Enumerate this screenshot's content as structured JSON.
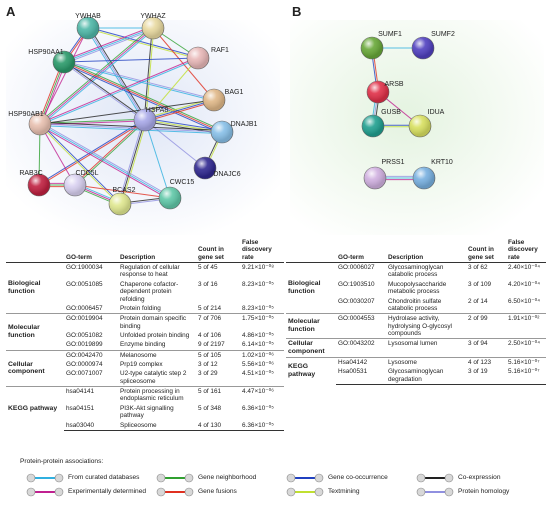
{
  "panel_a": {
    "label": "A",
    "nodes": [
      {
        "id": "YWHAB",
        "label": "YWHAB",
        "color": "#4fb8a8"
      },
      {
        "id": "YWHAZ",
        "label": "YWHAZ",
        "color": "#e8d9a0"
      },
      {
        "id": "HSP90AA1",
        "label": "HSP90AA1",
        "color": "#2a9a6a"
      },
      {
        "id": "RAF1",
        "label": "RAF1",
        "color": "#e8b8b8"
      },
      {
        "id": "BAG1",
        "label": "BAG1",
        "color": "#e0b888"
      },
      {
        "id": "HSPA8",
        "label": "HSPA8",
        "color": "#a8a8e8"
      },
      {
        "id": "HSP90AB1",
        "label": "HSP90AB1",
        "color": "#e8c0b0"
      },
      {
        "id": "DNAJB1",
        "label": "DNAJB1",
        "color": "#88c0e8"
      },
      {
        "id": "DNAJC6",
        "label": "DNAJC6",
        "color": "#302890"
      },
      {
        "id": "RAB3C",
        "label": "RAB3C",
        "color": "#c02040"
      },
      {
        "id": "CDC5L",
        "label": "CDC5L",
        "color": "#d8d0f0"
      },
      {
        "id": "BCAS2",
        "label": "BCAS2",
        "color": "#e0e890"
      },
      {
        "id": "CWC15",
        "label": "CWC15",
        "color": "#60c8a8"
      }
    ],
    "table": {
      "headers": {
        "term": "GO-term",
        "desc": "Description",
        "count": "Count in gene set",
        "fdr": "False discovery rate"
      },
      "groups": [
        {
          "category": "Biological function",
          "rows": [
            {
              "term": "GO:1900034",
              "desc": "Regulation of cellular response to heat",
              "count": "5 of 45",
              "fdr": "9.21×10⁻⁰⁸"
            },
            {
              "term": "GO:0051085",
              "desc": "Chaperone cofactor-dependent protein refolding",
              "count": "3 of 16",
              "fdr": "8.23×10⁻⁰⁵"
            },
            {
              "term": "GO:0006457",
              "desc": "Protein folding",
              "count": "5 of 214",
              "fdr": "8.23×10⁻⁰⁵"
            }
          ]
        },
        {
          "category": "Molecular function",
          "rows": [
            {
              "term": "GO:0019904",
              "desc": "Protein domain specific binding",
              "count": "7 of 706",
              "fdr": "1.75×10⁻⁰⁵"
            },
            {
              "term": "GO:0051082",
              "desc": "Unfolded protein binding",
              "count": "4 of 106",
              "fdr": "4.86×10⁻⁰⁵"
            },
            {
              "term": "GO:0019899",
              "desc": "Enzyme binding",
              "count": "9 of 2197",
              "fdr": "6.14×10⁻⁰⁵"
            }
          ]
        },
        {
          "category": "Cellular component",
          "rows": [
            {
              "term": "GO:0042470",
              "desc": "Melanosome",
              "count": "5 of 105",
              "fdr": "1.02×10⁻⁰⁶"
            },
            {
              "term": "GO:0000974",
              "desc": "Prp19 complex",
              "count": "3 of 12",
              "fdr": "5.56×10⁻⁰⁶"
            },
            {
              "term": "GO:0071007",
              "desc": "U2-type catalytic step 2 spliceosome",
              "count": "3 of 29",
              "fdr": "4.51×10⁻⁰⁵"
            }
          ]
        },
        {
          "category": "KEGG pathway",
          "rows": [
            {
              "term": "hsa04141",
              "desc": "Protein processing in endoplasmic reticulum",
              "count": "5 of 161",
              "fdr": "4.47×10⁻⁰⁶"
            },
            {
              "term": "hsa04151",
              "desc": "PI3K-Akt signalling pathway",
              "count": "5 of 348",
              "fdr": "6.36×10⁻⁰⁵"
            },
            {
              "term": "hsa03040",
              "desc": "Spliceosome",
              "count": "4 of 130",
              "fdr": "6.36×10⁻⁰⁵"
            }
          ]
        }
      ]
    }
  },
  "panel_b": {
    "label": "B",
    "nodes": [
      {
        "id": "SUMF1",
        "label": "SUMF1",
        "color": "#68a838"
      },
      {
        "id": "SUMF2",
        "label": "SUMF2",
        "color": "#5040c0"
      },
      {
        "id": "ARSB",
        "label": "ARSB",
        "color": "#e03048"
      },
      {
        "id": "GUSB",
        "label": "GUSB",
        "color": "#20a090"
      },
      {
        "id": "IDUA",
        "label": "IDUA",
        "color": "#d8e060"
      },
      {
        "id": "PRSS1",
        "label": "PRSS1",
        "color": "#d0b0e0"
      },
      {
        "id": "KRT10",
        "label": "KRT10",
        "color": "#78b0e0"
      }
    ],
    "table": {
      "headers": {
        "term": "GO-term",
        "desc": "Description",
        "count": "Count in gene set",
        "fdr": "False discovery rate"
      },
      "groups": [
        {
          "category": "Biological function",
          "rows": [
            {
              "term": "GO:0006027",
              "desc": "Glycosaminoglycan catabolic process",
              "count": "3 of 62",
              "fdr": "2.40×10⁻⁰⁴"
            },
            {
              "term": "GO:1903510",
              "desc": "Mucopolysaccharide metabolic process",
              "count": "3 of 109",
              "fdr": "4.20×10⁻⁰⁴"
            },
            {
              "term": "GO:0030207",
              "desc": "Chondroitin sulfate catabolic process",
              "count": "2 of 14",
              "fdr": "6.50×10⁻⁰⁴"
            }
          ]
        },
        {
          "category": "Molecular function",
          "rows": [
            {
              "term": "GO:0004553",
              "desc": "Hydrolase activity, hydrolysing O-glycosyl compounds",
              "count": "2 of 99",
              "fdr": "1.91×10⁻⁰²"
            }
          ]
        },
        {
          "category": "Cellular component",
          "rows": [
            {
              "term": "GO:0043202",
              "desc": "Lysosomal lumen",
              "count": "3 of 94",
              "fdr": "2.50×10⁻⁰⁴"
            }
          ]
        },
        {
          "category": "KEGG pathway",
          "rows": [
            {
              "term": "Hsa04142",
              "desc": "Lysosome",
              "count": "4 of 123",
              "fdr": "5.16×10⁻⁰⁷"
            },
            {
              "term": "Hsa00531",
              "desc": "Glycosaminoglycan degradation",
              "count": "3 of 19",
              "fdr": "5.16×10⁻⁰⁷"
            }
          ]
        }
      ]
    }
  },
  "legend": {
    "title": "Protein-protein associations:",
    "items": [
      {
        "label": "From curated databases",
        "color": "#30b0e0"
      },
      {
        "label": "Experimentally determined",
        "color": "#c02090"
      },
      {
        "label": "Gene neighborhood",
        "color": "#30a030"
      },
      {
        "label": "Gene fusions",
        "color": "#e03020"
      },
      {
        "label": "Gene co-occurrence",
        "color": "#2040c0"
      },
      {
        "label": "Textmining",
        "color": "#c0e030"
      },
      {
        "label": "Co-expression",
        "color": "#222222"
      },
      {
        "label": "Protein homology",
        "color": "#9090e0"
      }
    ]
  }
}
